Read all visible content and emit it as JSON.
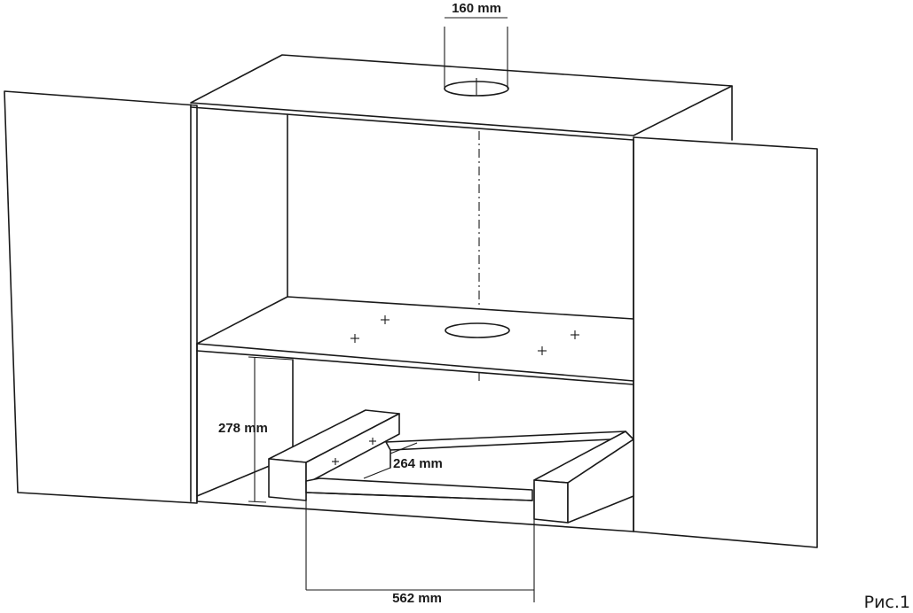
{
  "dimensions": {
    "duct_diameter": "160 mm",
    "shelf_clearance": "278 mm",
    "inner_depth": "264 mm",
    "bracket_width": "562 mm"
  },
  "figure_label": "Рис.1"
}
